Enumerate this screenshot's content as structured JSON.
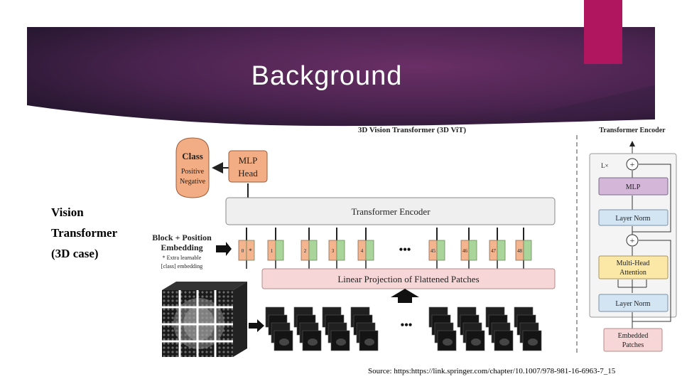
{
  "slide": {
    "title": "Background",
    "side_text": [
      "Vision",
      "Transformer",
      "(3D case)"
    ],
    "source": "Source: https:https://link.springer.com/chapter/10.1007/978-981-16-6963-7_15"
  },
  "diagram": {
    "title": "3D Vision Transformer (3D ViT)",
    "class_box": {
      "title": "Class",
      "line1": "Positive",
      "line2": "Negative"
    },
    "mlp_head": {
      "line1": "MLP",
      "line2": "Head"
    },
    "transformer_encoder": "Transformer Encoder",
    "embedding_label": {
      "line1": "Block + Position",
      "line2": "Embedding",
      "note1": "* Extra learnable",
      "note2": "[class] embedding"
    },
    "tokens": [
      "0",
      "1",
      "2",
      "3",
      "4",
      "45",
      "46",
      "47",
      "48"
    ],
    "class_token_mark": "*",
    "ellipsis": "•••",
    "linear_projection": "Linear Projection of Flattened Patches",
    "encoder_detail": {
      "title": "Transformer Encoder",
      "repeat": "L×",
      "mlp": "MLP",
      "layer_norm_top": "Layer Norm",
      "attention_line1": "Multi-Head",
      "attention_line2": "Attention",
      "layer_norm_bottom": "Layer Norm",
      "embedded_line1": "Embedded",
      "embedded_line2": "Patches",
      "plus": "+"
    }
  },
  "colors": {
    "banner_dark": "#2a1838",
    "banner_mid": "#5a2a5c",
    "accent": "#b0155f",
    "class_fill": "#f3ad84",
    "token_orange": "#f3b48e",
    "token_green": "#a9d59a",
    "projection_fill": "#f6d6d6",
    "encoder_fill": "#efefef",
    "mlp_fill": "#d3b6d8",
    "layernorm_fill": "#d3e4f2",
    "attention_fill": "#fbe8a6"
  }
}
